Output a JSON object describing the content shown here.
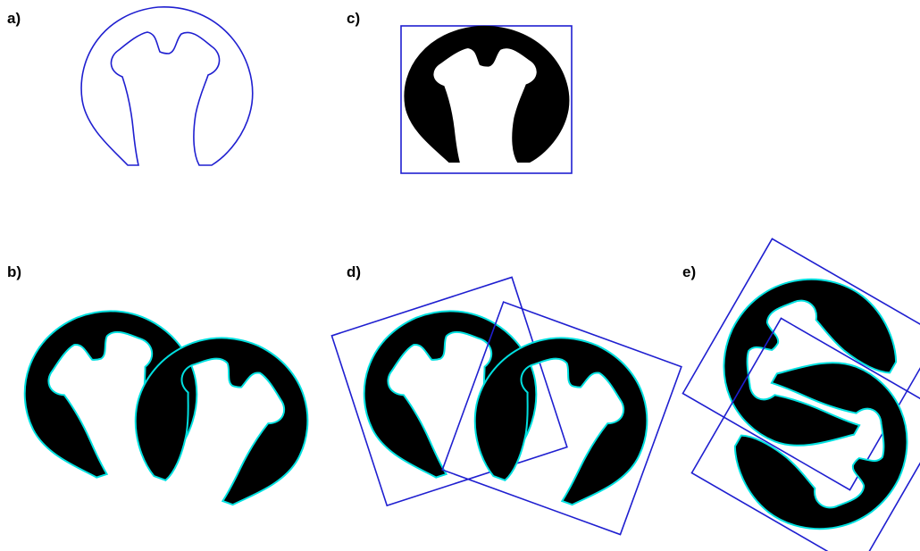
{
  "panels": {
    "a": {
      "label": "a)"
    },
    "b": {
      "label": "b)"
    },
    "c": {
      "label": "c)"
    },
    "d": {
      "label": "d)"
    },
    "e": {
      "label": "e)"
    }
  },
  "colors": {
    "contour": "#1f1fd0",
    "edge": "#00e0e0",
    "fill": "#000000",
    "box": "#1f1fd0",
    "background": "#ffffff"
  }
}
